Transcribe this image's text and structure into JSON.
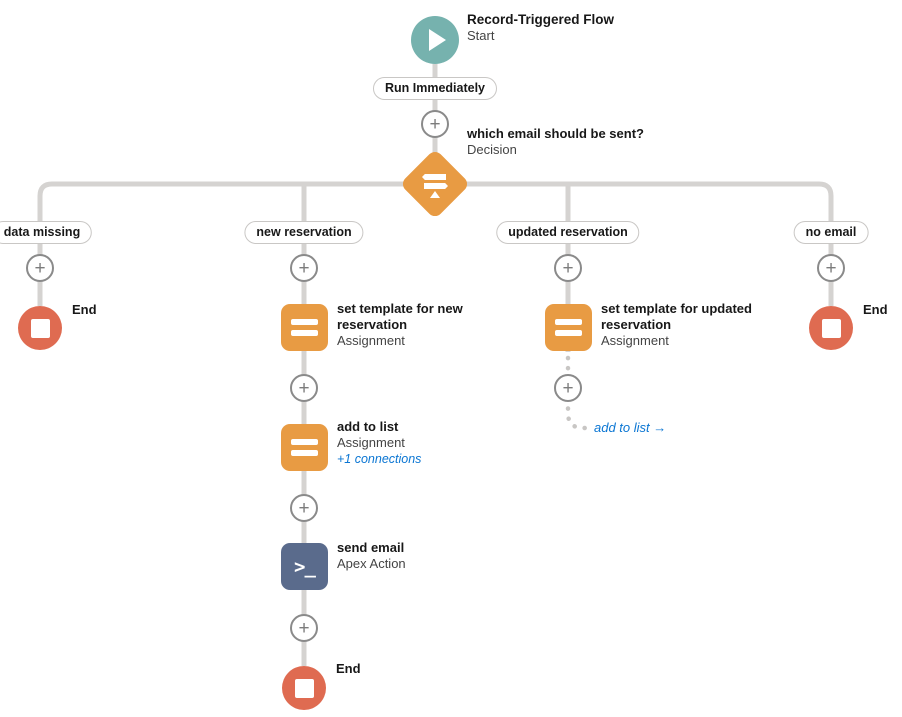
{
  "colors": {
    "start_node": "#76b2ae",
    "decision_node": "#e89b43",
    "assignment_node": "#e89b43",
    "apex_node": "#5a6b8c",
    "end_node": "#df6b51",
    "connector": "#d5d3d1",
    "link": "#0b76d3"
  },
  "icons": {
    "plus": "+",
    "play": "css-triangle",
    "stop_square": "css-square",
    "equals": "css-bars",
    "signpost": "css-signpost",
    "terminal": ">_"
  },
  "start": {
    "title": "Record-Triggered Flow",
    "subtitle": "Start",
    "badge": "Run Immediately"
  },
  "decision": {
    "title": "which email should be sent?",
    "subtitle": "Decision"
  },
  "branches": {
    "data_missing": {
      "label": "data missing"
    },
    "new_reservation": {
      "label": "new reservation"
    },
    "updated_reservation": {
      "label": "updated reservation"
    },
    "no_email": {
      "label": "no email"
    }
  },
  "nodes": {
    "end_left": {
      "title": "End"
    },
    "set_template_new": {
      "title": "set template for new reservation",
      "subtitle": "Assignment"
    },
    "set_template_updated": {
      "title": "set template for updated reservation",
      "subtitle": "Assignment"
    },
    "end_right": {
      "title": "End"
    },
    "add_to_list": {
      "title": "add to list",
      "subtitle": "Assignment",
      "connections_link": "+1 connections"
    },
    "send_email": {
      "title": "send email",
      "subtitle": "Apex Action"
    },
    "end_bottom": {
      "title": "End"
    },
    "goto_add_to_list": {
      "label": "add to list →"
    }
  }
}
